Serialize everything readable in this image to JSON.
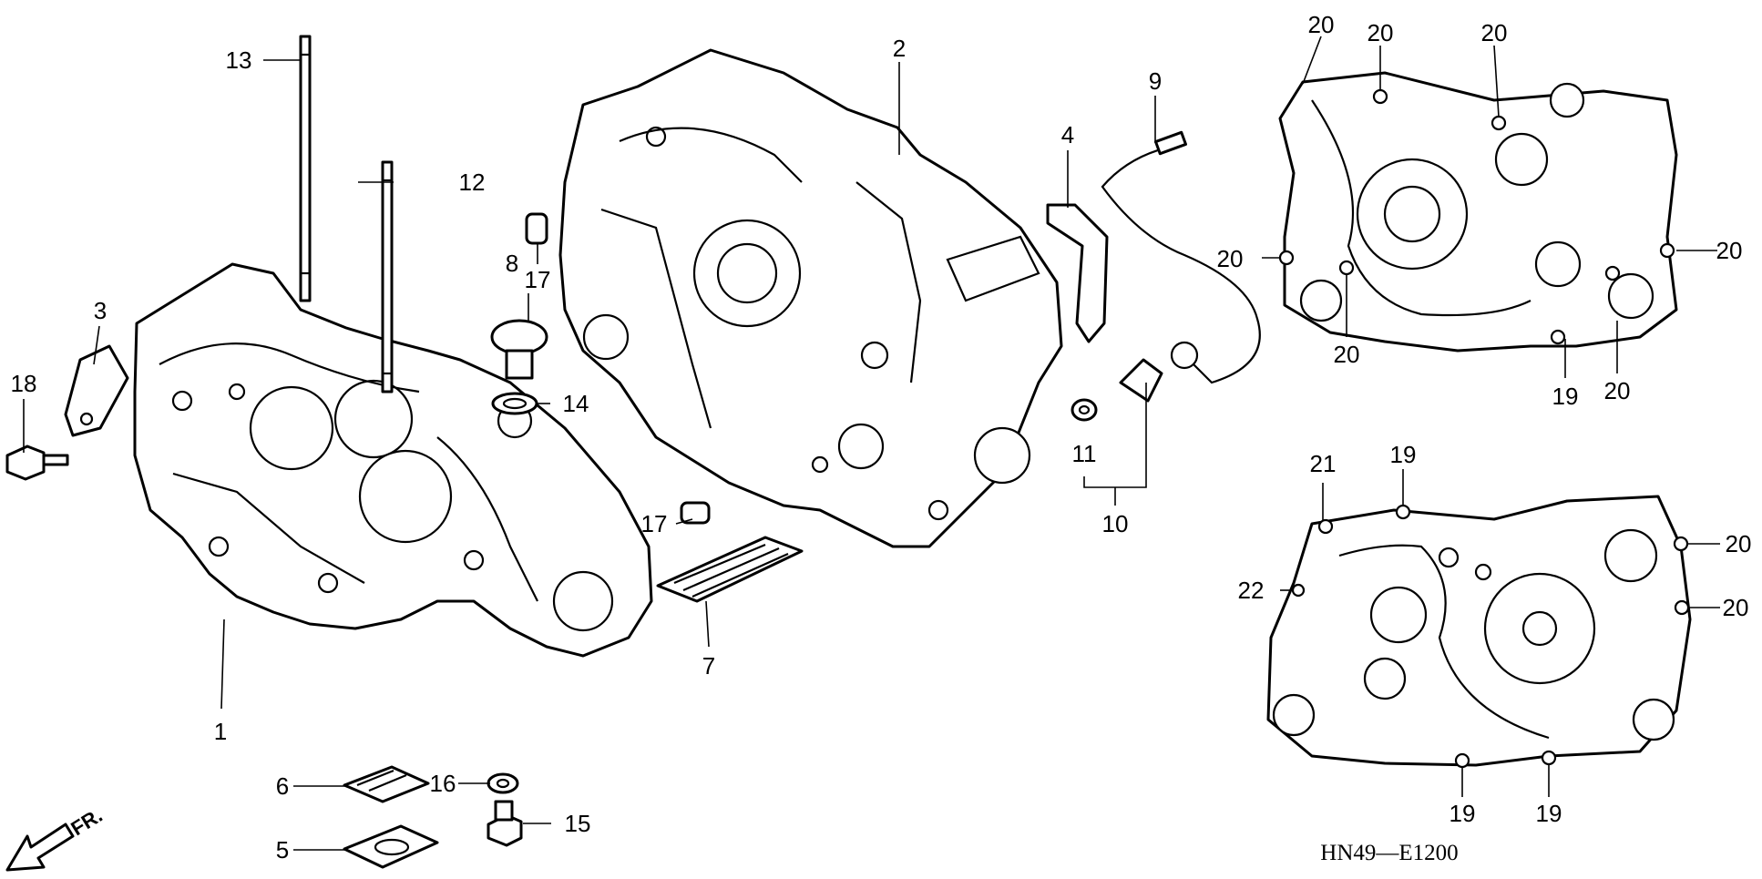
{
  "diagram_code": "HN49—E1200",
  "direction_label": "FR.",
  "callouts": [
    {
      "id": "c1",
      "label": "1"
    },
    {
      "id": "c2",
      "label": "2"
    },
    {
      "id": "c3",
      "label": "3"
    },
    {
      "id": "c4",
      "label": "4"
    },
    {
      "id": "c5",
      "label": "5"
    },
    {
      "id": "c6",
      "label": "6"
    },
    {
      "id": "c7",
      "label": "7"
    },
    {
      "id": "c8",
      "label": "8"
    },
    {
      "id": "c9",
      "label": "9"
    },
    {
      "id": "c10",
      "label": "10"
    },
    {
      "id": "c11",
      "label": "11"
    },
    {
      "id": "c12",
      "label": "12"
    },
    {
      "id": "c13",
      "label": "13"
    },
    {
      "id": "c14",
      "label": "14"
    },
    {
      "id": "c15",
      "label": "15"
    },
    {
      "id": "c16",
      "label": "16"
    },
    {
      "id": "c17a",
      "label": "17"
    },
    {
      "id": "c17b",
      "label": "17"
    },
    {
      "id": "c18",
      "label": "18"
    },
    {
      "id": "c19a",
      "label": "19"
    },
    {
      "id": "c19b",
      "label": "19"
    },
    {
      "id": "c19c",
      "label": "19"
    },
    {
      "id": "c19d",
      "label": "19"
    },
    {
      "id": "c20a",
      "label": "20"
    },
    {
      "id": "c20b",
      "label": "20"
    },
    {
      "id": "c20c",
      "label": "20"
    },
    {
      "id": "c20d",
      "label": "20"
    },
    {
      "id": "c20e",
      "label": "20"
    },
    {
      "id": "c20f",
      "label": "20"
    },
    {
      "id": "c20g",
      "label": "20"
    },
    {
      "id": "c20h",
      "label": "20"
    },
    {
      "id": "c20i",
      "label": "20"
    },
    {
      "id": "c21",
      "label": "21"
    },
    {
      "id": "c22",
      "label": "22"
    }
  ]
}
